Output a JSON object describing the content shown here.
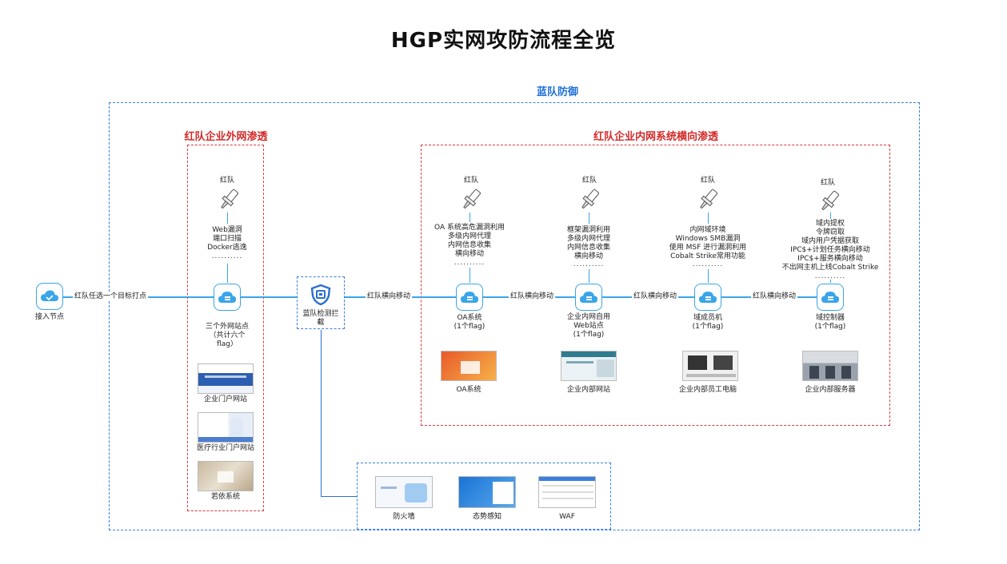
{
  "title": "HGP实网攻防流程全览",
  "blue_defense": {
    "title": "蓝队防御"
  },
  "external": {
    "title": "红队企业外网渗透",
    "actor": "红队",
    "actions": [
      "Web漏洞",
      "端口扫描",
      "Docker逃逸"
    ],
    "dots": "..........",
    "node_label": [
      "三个外网站点",
      "（共计六个",
      "flag）"
    ],
    "sites": [
      "企业门户网站",
      "医疗行业门户网站",
      "若依系统"
    ]
  },
  "internal": {
    "title": "红队企业内网系统横向渗透"
  },
  "entry": {
    "label": "接入节点",
    "edge": "红队任选一个目标打点"
  },
  "detect": {
    "label": [
      "蓝队检测拦",
      "截"
    ]
  },
  "edges": {
    "lateral": "红队横向移动"
  },
  "columns": [
    {
      "actor": "红队",
      "actions": [
        "OA 系统高危漏洞利用",
        "多级内网代理",
        "内网信息收集",
        "横向移动"
      ],
      "dots": "..........",
      "node_label": [
        "OA系统",
        "(1个flag)"
      ],
      "thumb": "OA系统"
    },
    {
      "actor": "红队",
      "actions": [
        "框架漏洞利用",
        "多级内网代理",
        "内网信息收集",
        "横向移动"
      ],
      "dots": "..........",
      "node_label": [
        "企业内网自用",
        "Web站点",
        "(1个flag)"
      ],
      "thumb": "企业内部网站"
    },
    {
      "actor": "红队",
      "actions": [
        "内网域环境",
        "Windows SMB漏洞",
        "使用 MSF 进行漏洞利用",
        "Cobalt Strike常用功能"
      ],
      "dots": "..........",
      "node_label": [
        "域成员机",
        "(1个flag)"
      ],
      "thumb": "企业内部员工电脑"
    },
    {
      "actor": "红队",
      "actions": [
        "域内提权",
        "令牌窃取",
        "域内用户凭据获取",
        "IPC$+计划任务横向移动",
        "IPC$+服务横向移动",
        "不出网主机上线Cobalt Strike"
      ],
      "dots": "..........",
      "node_label": [
        "域控制器",
        "(1个flag)"
      ],
      "thumb": "企业内部服务器"
    }
  ],
  "defense_devices": [
    "防火墙",
    "态势感知",
    "WAF"
  ],
  "colors": {
    "blue_line": "#3aa5e8",
    "blue_dash": "#3a7fe0",
    "red_dash": "#e03a3a",
    "red_title": "#d42a2a",
    "blue_title": "#1e6fd9"
  }
}
